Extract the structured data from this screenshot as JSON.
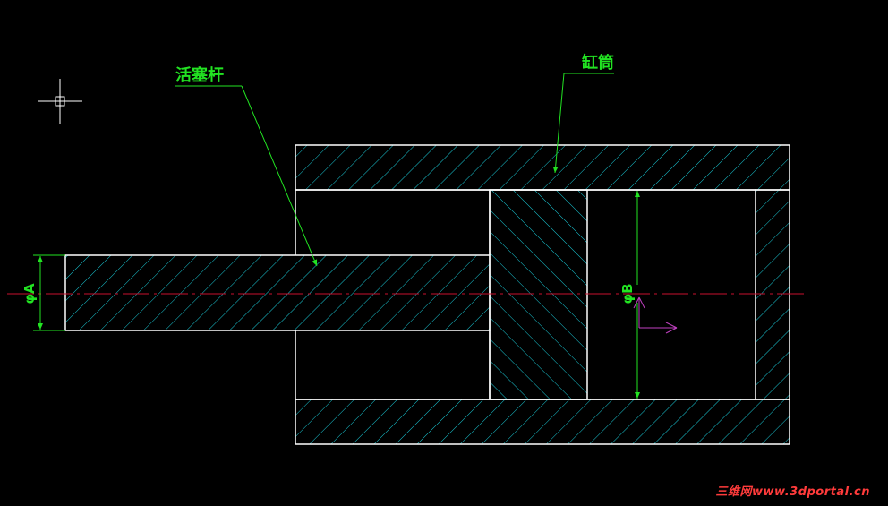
{
  "drawing": {
    "callouts": {
      "piston_rod": "活塞杆",
      "cylinder_barrel": "缸筒"
    },
    "dimensions": {
      "rod_diameter": "φA",
      "bore_diameter": "φB"
    },
    "colors": {
      "background": "#000000",
      "outline": "#ffffff",
      "hatch": "#19c9d6",
      "dimension": "#22e322",
      "leader": "#22e322",
      "centerline": "#c8102e",
      "ucs_icon": "#c040c0",
      "crosshair": "#ffffff"
    }
  },
  "watermark": "三维网www.3dportal.cn"
}
